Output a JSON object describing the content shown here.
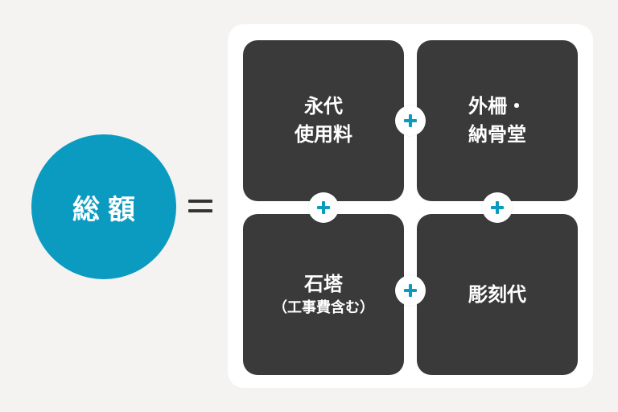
{
  "total": {
    "label": "総額"
  },
  "equals_symbol": "=",
  "components": [
    {
      "lines": [
        "永代",
        "使用料"
      ]
    },
    {
      "lines": [
        "外柵・",
        "納骨堂"
      ]
    },
    {
      "lines": [
        "石塔"
      ],
      "sub": "（工事費含む）"
    },
    {
      "lines": [
        "彫刻代"
      ]
    }
  ],
  "plus_symbol": "+",
  "colors": {
    "accent": "#0b9bc1",
    "tile": "#3a3a3a",
    "panel": "#ffffff",
    "background": "#f4f3f2"
  }
}
